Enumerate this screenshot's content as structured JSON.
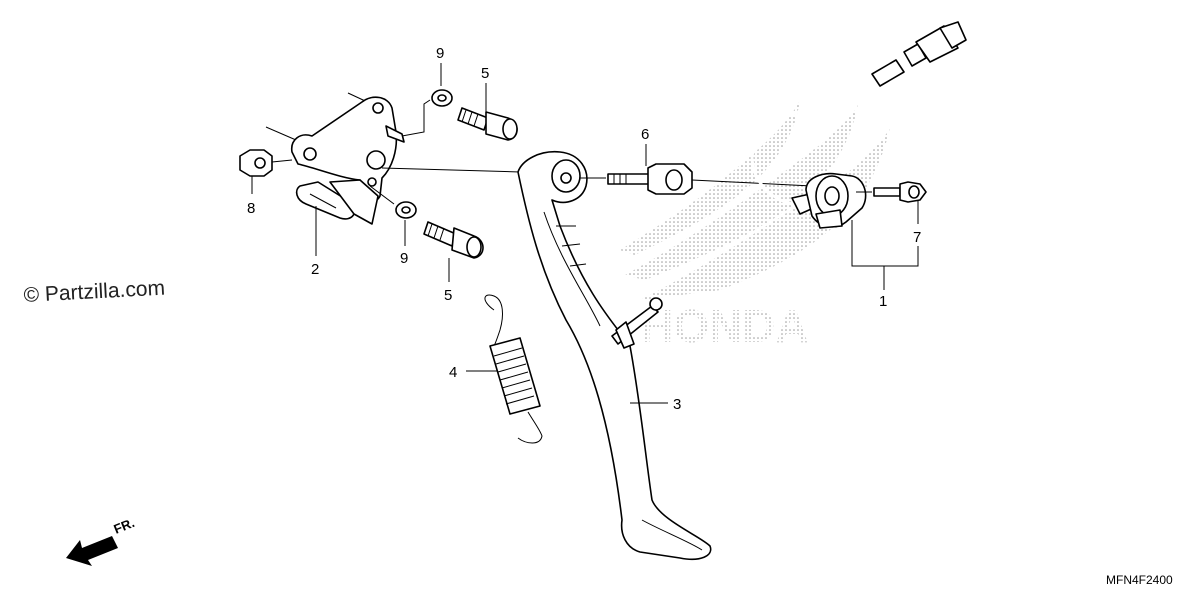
{
  "copyright": "© Partzilla.com",
  "watermark": "HONDA",
  "diagram_code": "MFN4F2400",
  "direction_label": "FR.",
  "callouts": {
    "c1": "1",
    "c2": "2",
    "c3": "3",
    "c4": "4",
    "c5a": "5",
    "c5b": "5",
    "c6": "6",
    "c7": "7",
    "c8": "8",
    "c9a": "9",
    "c9b": "9"
  }
}
